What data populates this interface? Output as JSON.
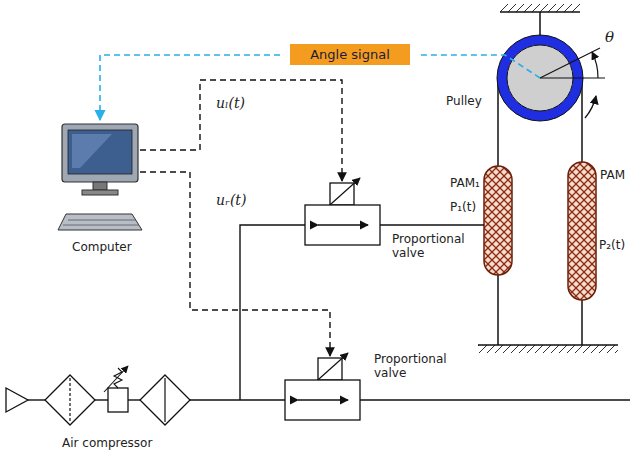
{
  "diagram": {
    "nodes": [
      {
        "text": [
          "Angle signal"
        ]
      }
    ],
    "labels": [
      "Computer",
      "uₗ(t)",
      "uᵣ(t)",
      "Pulley",
      "θ",
      "PAM₁",
      "P₁(t)",
      "PAM",
      "P₂(t)",
      "Proportional valve",
      "Proportional valve",
      "Air compressor"
    ]
  }
}
